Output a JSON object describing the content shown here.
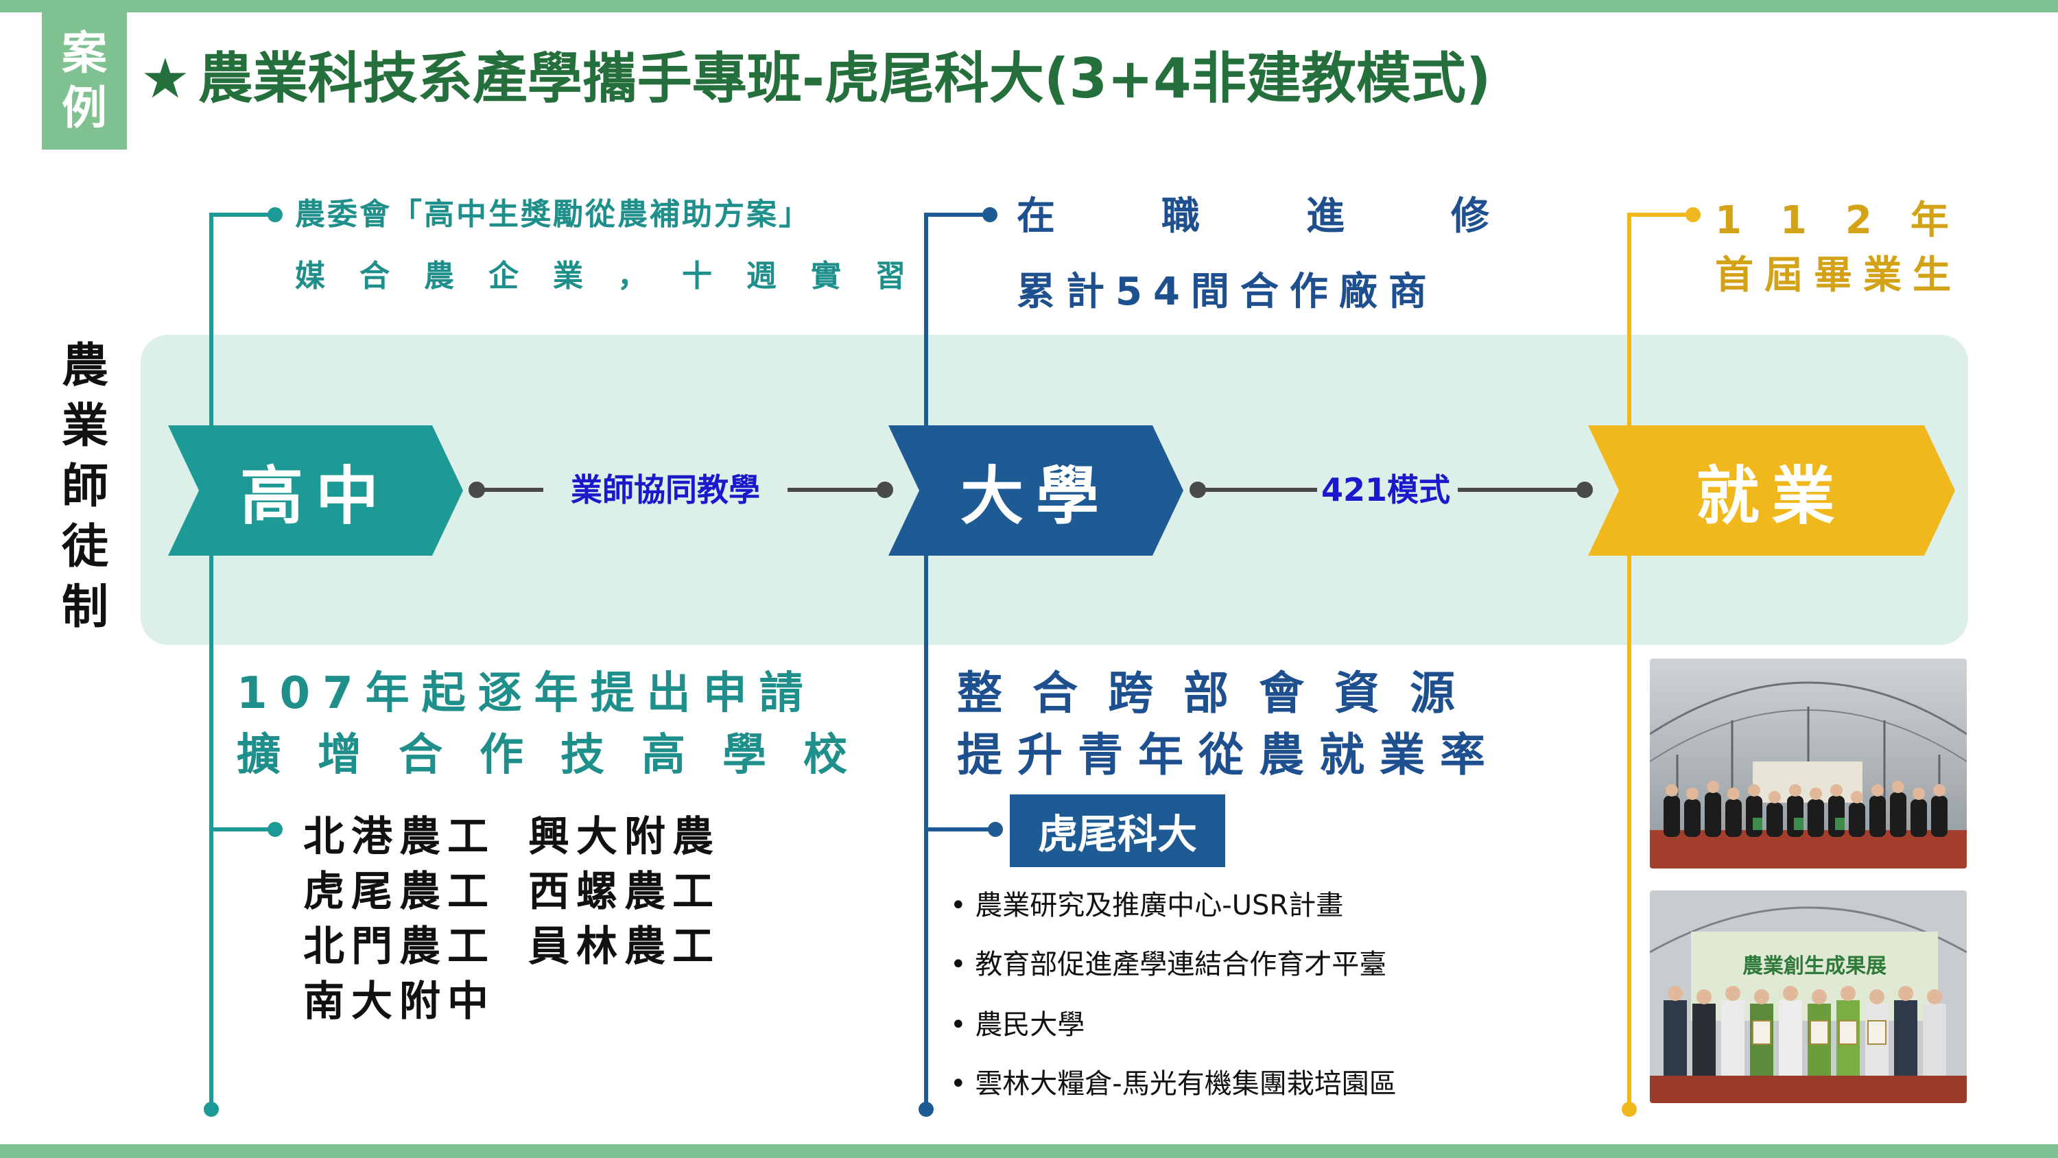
{
  "colors": {
    "band": "#7fc190",
    "title": "#246f3c",
    "teal": "#1e9a96",
    "blue": "#1e5b94",
    "gold": "#f0b81c",
    "connector": "#1a1acc"
  },
  "badge": {
    "line1": "案",
    "line2": "例"
  },
  "title": {
    "star": "★",
    "text": "農業科技系產學攜手專班-虎尾科大(3+4非建教模式)"
  },
  "side_label": [
    "農",
    "業",
    "師",
    "徒",
    "制"
  ],
  "stages": [
    {
      "label": "高中"
    },
    {
      "label": "大學"
    },
    {
      "label": "就業"
    }
  ],
  "connectors": [
    {
      "label": "業師協同教學"
    },
    {
      "label": "421模式"
    }
  ],
  "top_notes": {
    "high": {
      "line1": "農委會「高中生獎勵從農補助方案」",
      "line2": "媒合農企業，十週實習"
    },
    "univ": {
      "line1": "在職進修",
      "line2": "累計54間合作廠商"
    },
    "job": {
      "line1": "112年",
      "line2": "首屆畢業生"
    }
  },
  "bottom_notes": {
    "high": {
      "line1": "107年起逐年提出申請",
      "line2": "擴增合作技高學校"
    },
    "univ": {
      "line1": "整合跨部會資源",
      "line2": "提升青年從農就業率"
    }
  },
  "schools": [
    [
      "北港農工",
      "興大附農"
    ],
    [
      "虎尾農工",
      "西螺農工"
    ],
    [
      "北門農工",
      "員林農工"
    ],
    [
      "南大附中",
      ""
    ]
  ],
  "formosa": {
    "label": "虎尾科大"
  },
  "bullets": [
    "農業研究及推廣中心-USR計畫",
    "教育部促進產學連結合作育才平臺",
    "農民大學",
    "雲林大糧倉-馬光有機集團栽培園區"
  ],
  "photos": [
    {
      "name": "graduation-group-photo"
    },
    {
      "name": "award-ceremony-photo",
      "banner": "農業創生成果展"
    }
  ]
}
